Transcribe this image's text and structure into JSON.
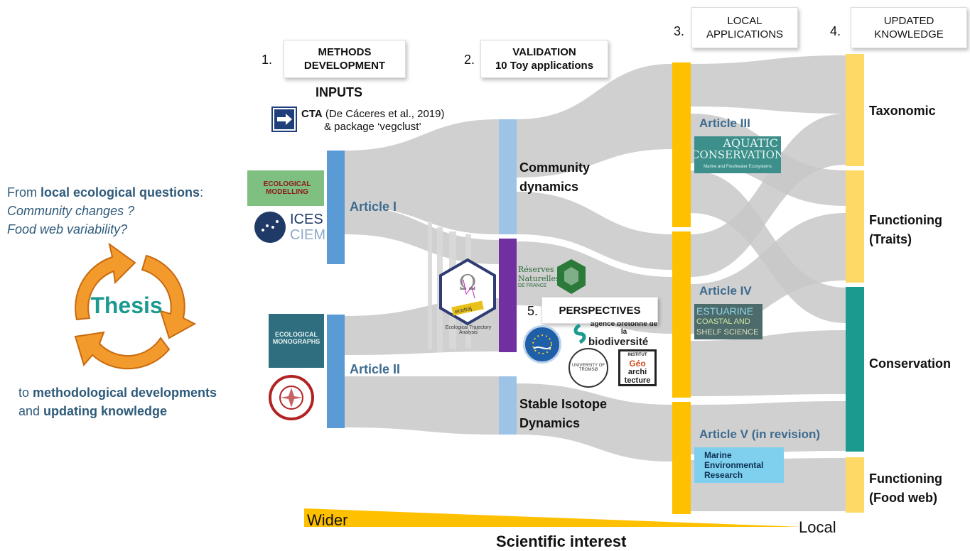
{
  "steps": {
    "s1": {
      "num": "1.",
      "line1": "METHODS",
      "line2": "DEVELOPMENT"
    },
    "s2": {
      "num": "2.",
      "line1": "VALIDATION",
      "line2": "10 Toy applications"
    },
    "s3": {
      "num": "3.",
      "line1": "LOCAL",
      "line2": "APPLICATIONS"
    },
    "s4": {
      "num": "4.",
      "line1": "UPDATED",
      "line2": "KNOWLEDGE"
    },
    "s5": {
      "num": "5.",
      "line1": "PERSPECTIVES"
    }
  },
  "inputs": {
    "title": "INPUTS",
    "cta_bold": "CTA",
    "cta_rest": " (De Cáceres et al., 2019)",
    "cta_line2": "& package ‘vegclust’"
  },
  "cycle": {
    "from": "From ",
    "local_questions": "local ecological  questions",
    "colon": ":",
    "q1": "Community changes ?",
    "q2": "Food web variability?",
    "center": "Thesis",
    "to": "to ",
    "meth_dev": "methodological developments",
    "and": "and ",
    "updating": "updating knowledge"
  },
  "articles": {
    "a1": "Article I",
    "a2": "Article II",
    "a3": "Article III",
    "a4": "Article IV",
    "a5": "Article V (in revision)"
  },
  "validation_nodes": {
    "community_l1": "Community",
    "community_l2": "dynamics",
    "isotope_l1": "Stable Isotope",
    "isotope_l2": "Dynamics"
  },
  "knowledge_nodes": {
    "taxonomic": "Taxonomic",
    "functioning_traits_l1": "Functioning",
    "functioning_traits_l2": "(Traits)",
    "conservation": "Conservation",
    "functioning_fw_l1": "Functioning",
    "functioning_fw_l2": "(Food web)"
  },
  "logos": {
    "eco_modelling": "ECOLOGICAL MODELLING",
    "ices": "ICES",
    "ciem": "CIEM",
    "eco_monographs": "ECOLOGICAL MONOGRAPHS",
    "ecotraj": "ecotraj",
    "eta": "Ecological Trajectory Analysis",
    "reserves_l1": "Réserves",
    "reserves_l2": "Naturelles",
    "reserves_l3": "DE FRANCE",
    "aquatic_l1": "AQUATIC",
    "aquatic_l2": "CONSERVATION",
    "aquatic_l3": "Marine and Freshwater Ecosystems",
    "estuarine_l1": "ESTUARINE",
    "estuarine_l2": "COASTAL AND",
    "estuarine_l3": "SHELF SCIENCE",
    "mer_l1": "Marine",
    "mer_l2": "Environmental",
    "mer_l3": "Research",
    "abb_l1": "agence bretonne de la",
    "abb_l2": "biodiversité",
    "tromso": "UNIVERSITY OF TROMSØ",
    "geo_l1": "INSTITUT",
    "geo_l2": "Géo",
    "geo_l3": "archi",
    "geo_l4": "tecture"
  },
  "scale": {
    "wider": "Wider",
    "local": "Local",
    "title": "Scientific interest"
  },
  "colors": {
    "article_bar": "#5b9bd5",
    "community_bar": "#9dc3e6",
    "purple_bar": "#7030a0",
    "application_bar": "#ffc000",
    "knowledge_light": "#ffd966",
    "conservation_bar": "#1b9a8f",
    "flow": "#c8c8c8",
    "thesis_orange": "#f39a2c",
    "thesis_text": "#1b9a8f"
  },
  "icons": {
    "cycle": "circular-arrows-icon",
    "cta": "right-arrow-icon"
  }
}
